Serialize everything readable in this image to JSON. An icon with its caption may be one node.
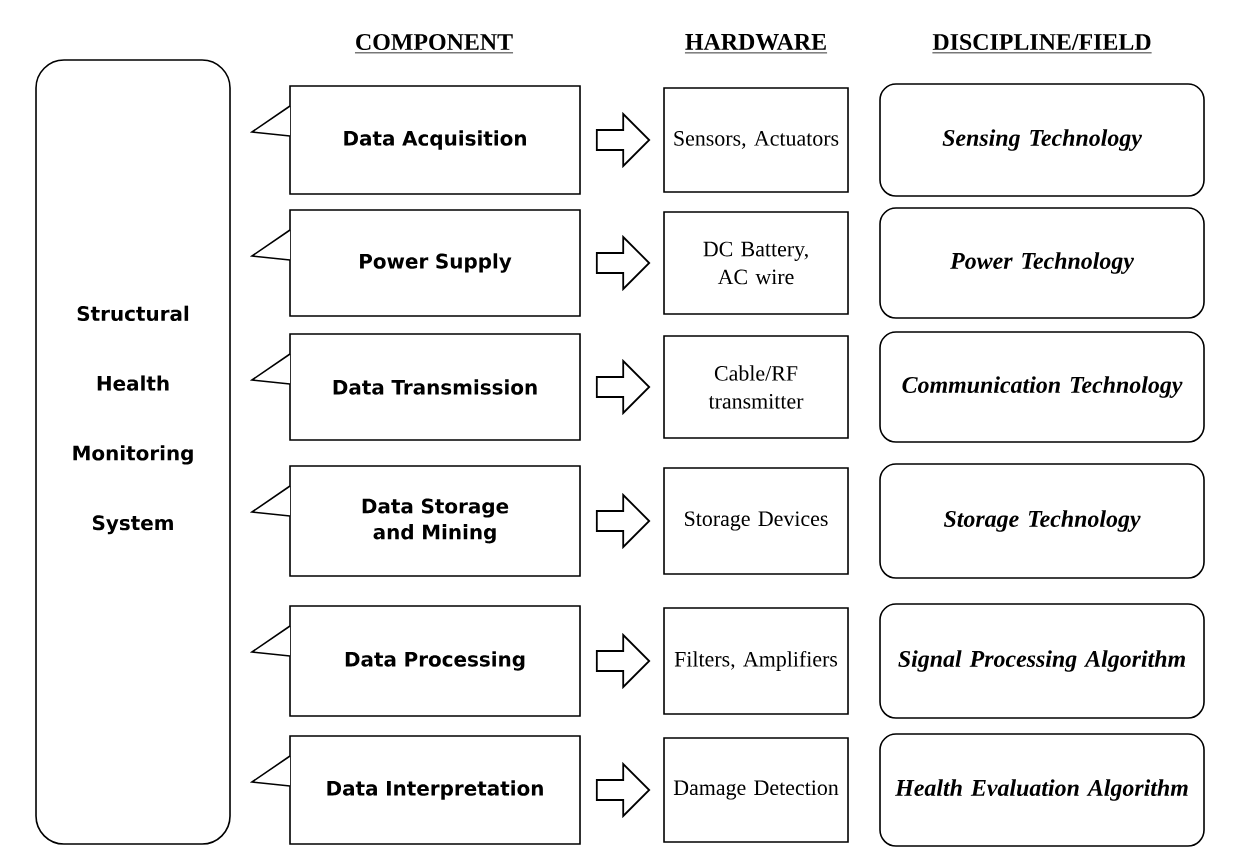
{
  "diagram": {
    "nodes": [
      {
        "text": [
          "Structural Health Monitoring System"
        ]
      },
      {
        "text": [
          "Data Acquisition"
        ]
      },
      {
        "text": [
          "Sensors, Actuators"
        ]
      },
      {
        "text": [
          "Sensing Technology"
        ]
      },
      {
        "text": [
          "Power Supply"
        ]
      },
      {
        "text": [
          "DC Battery, AC wire"
        ]
      },
      {
        "text": [
          "Power Technology"
        ]
      },
      {
        "text": [
          "Data Transmission"
        ]
      },
      {
        "text": [
          "Cable/RF transmitter"
        ]
      },
      {
        "text": [
          "Communication Technology"
        ]
      },
      {
        "text": [
          "Data Storage and Mining"
        ]
      },
      {
        "text": [
          "Storage Devices"
        ]
      },
      {
        "text": [
          "Storage Technology"
        ]
      },
      {
        "text": [
          "Data Processing"
        ]
      },
      {
        "text": [
          "Filters, Amplifiers"
        ]
      },
      {
        "text": [
          "Signal Processing Algorithm"
        ]
      },
      {
        "text": [
          "Data Interpretation"
        ]
      },
      {
        "text": [
          "Damage Detection"
        ]
      },
      {
        "text": [
          "Health Evaluation Algorithm"
        ]
      }
    ],
    "edges": [
      {
        "from": 1,
        "to": 2,
        "arrow": "to"
      },
      {
        "from": 4,
        "to": 5,
        "arrow": "to"
      },
      {
        "from": 7,
        "to": 8,
        "arrow": "to"
      },
      {
        "from": 10,
        "to": 11,
        "arrow": "to"
      },
      {
        "from": 13,
        "to": 14,
        "arrow": "to"
      },
      {
        "from": 16,
        "to": 17,
        "arrow": "to"
      }
    ],
    "labels": [
      "COMPONENT",
      "HARDWARE",
      "DISCIPLINE/FIELD"
    ]
  }
}
